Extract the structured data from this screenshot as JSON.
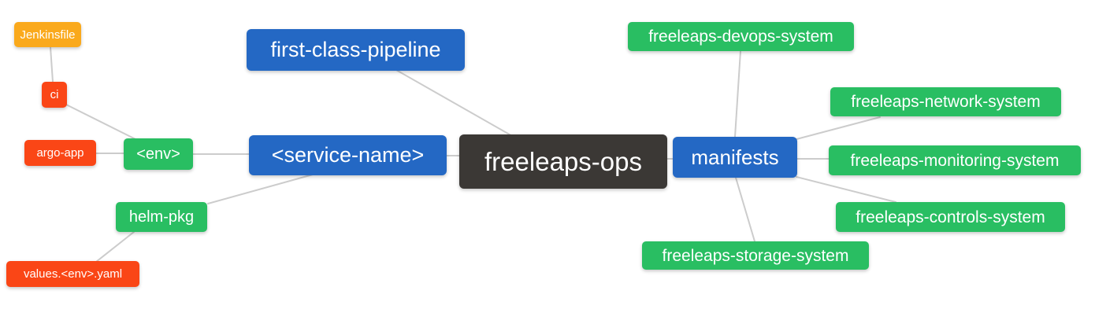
{
  "app": {
    "type": "mindmap",
    "background": "#ffffff",
    "edge_color": "#cccccc"
  },
  "palette": {
    "blue": "#2468C4",
    "green": "#29BE62",
    "red_orange": "#FA4616",
    "orange": "#FAA91C",
    "dark": "#3B3835",
    "text": "#ffffff"
  },
  "nodes": {
    "root": {
      "label": "freeleaps-ops",
      "bg": "#3B3835"
    },
    "first_class_pipeline": {
      "label": "first-class-pipeline",
      "bg": "#2468C4"
    },
    "service_name": {
      "label": "<service-name>",
      "bg": "#2468C4"
    },
    "env": {
      "label": "<env>",
      "bg": "#29BE62"
    },
    "ci": {
      "label": "ci",
      "bg": "#FA4616"
    },
    "jenkinsfile": {
      "label": "Jenkinsfile",
      "bg": "#FAA91C"
    },
    "argo_app": {
      "label": "argo-app",
      "bg": "#FA4616"
    },
    "helm_pkg": {
      "label": "helm-pkg",
      "bg": "#29BE62"
    },
    "values_env_yaml": {
      "label": "values.<env>.yaml",
      "bg": "#FA4616"
    },
    "manifests": {
      "label": "manifests",
      "bg": "#2468C4"
    },
    "devops_system": {
      "label": "freeleaps-devops-system",
      "bg": "#29BE62"
    },
    "network_system": {
      "label": "freeleaps-network-system",
      "bg": "#29BE62"
    },
    "monitoring_system": {
      "label": "freeleaps-monitoring-system",
      "bg": "#29BE62"
    },
    "controls_system": {
      "label": "freeleaps-controls-system",
      "bg": "#29BE62"
    },
    "storage_system": {
      "label": "freeleaps-storage-system",
      "bg": "#29BE62"
    }
  },
  "edges": [
    {
      "from": "freeleaps-ops",
      "to": "first-class-pipeline"
    },
    {
      "from": "freeleaps-ops",
      "to": "<service-name>"
    },
    {
      "from": "freeleaps-ops",
      "to": "manifests"
    },
    {
      "from": "<service-name>",
      "to": "<env>"
    },
    {
      "from": "<service-name>",
      "to": "helm-pkg"
    },
    {
      "from": "<env>",
      "to": "ci"
    },
    {
      "from": "<env>",
      "to": "argo-app"
    },
    {
      "from": "ci",
      "to": "Jenkinsfile"
    },
    {
      "from": "helm-pkg",
      "to": "values.<env>.yaml"
    },
    {
      "from": "manifests",
      "to": "freeleaps-devops-system"
    },
    {
      "from": "manifests",
      "to": "freeleaps-network-system"
    },
    {
      "from": "manifests",
      "to": "freeleaps-monitoring-system"
    },
    {
      "from": "manifests",
      "to": "freeleaps-controls-system"
    },
    {
      "from": "manifests",
      "to": "freeleaps-storage-system"
    }
  ]
}
